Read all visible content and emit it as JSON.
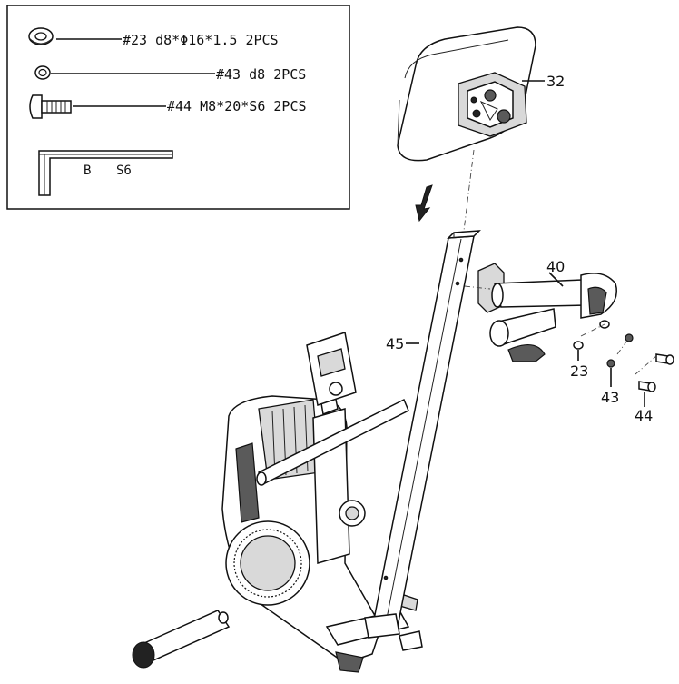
{
  "hardware_box": {
    "items": [
      {
        "icon": "washer-icon",
        "text": "#23 d8*Φ16*1.5 2PCS"
      },
      {
        "icon": "spring-washer-icon",
        "text": "#43 d8 2PCS"
      },
      {
        "icon": "bolt-icon",
        "text": "#44 M8*20*S6 2PCS"
      }
    ],
    "tool_letter": "B",
    "tool_size": "S6"
  },
  "callouts": {
    "seat": "32",
    "handlebar": "40",
    "rail": "45",
    "washer": "23",
    "spring_washer": "43",
    "bolt": "44"
  }
}
